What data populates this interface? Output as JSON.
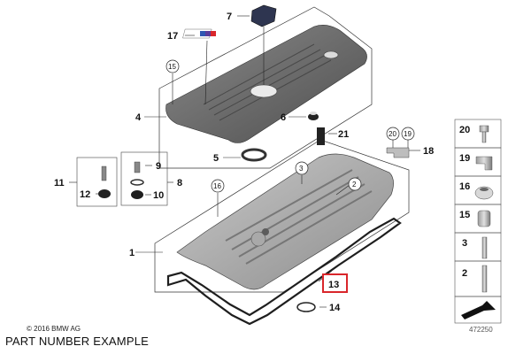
{
  "diagram": {
    "callouts": {
      "c1": "1",
      "c2": "2",
      "c3": "3",
      "c4": "4",
      "c5": "5",
      "c6": "6",
      "c7": "7",
      "c8": "8",
      "c9": "9",
      "c10": "10",
      "c11": "11",
      "c12": "12",
      "c13": "13",
      "c14": "14",
      "c15": "15",
      "c16": "16",
      "c17": "17",
      "c18": "18",
      "c19": "19",
      "c20": "20",
      "c21": "21"
    },
    "legend_items": [
      "20",
      "19",
      "16",
      "15",
      "3",
      "2"
    ],
    "highlighted_callout": "13",
    "highlight_color": "#d9262b",
    "diagram_id": "472250",
    "copyright": "© 2016 BMW AG",
    "caption": "PART NUMBER EXAMPLE"
  }
}
